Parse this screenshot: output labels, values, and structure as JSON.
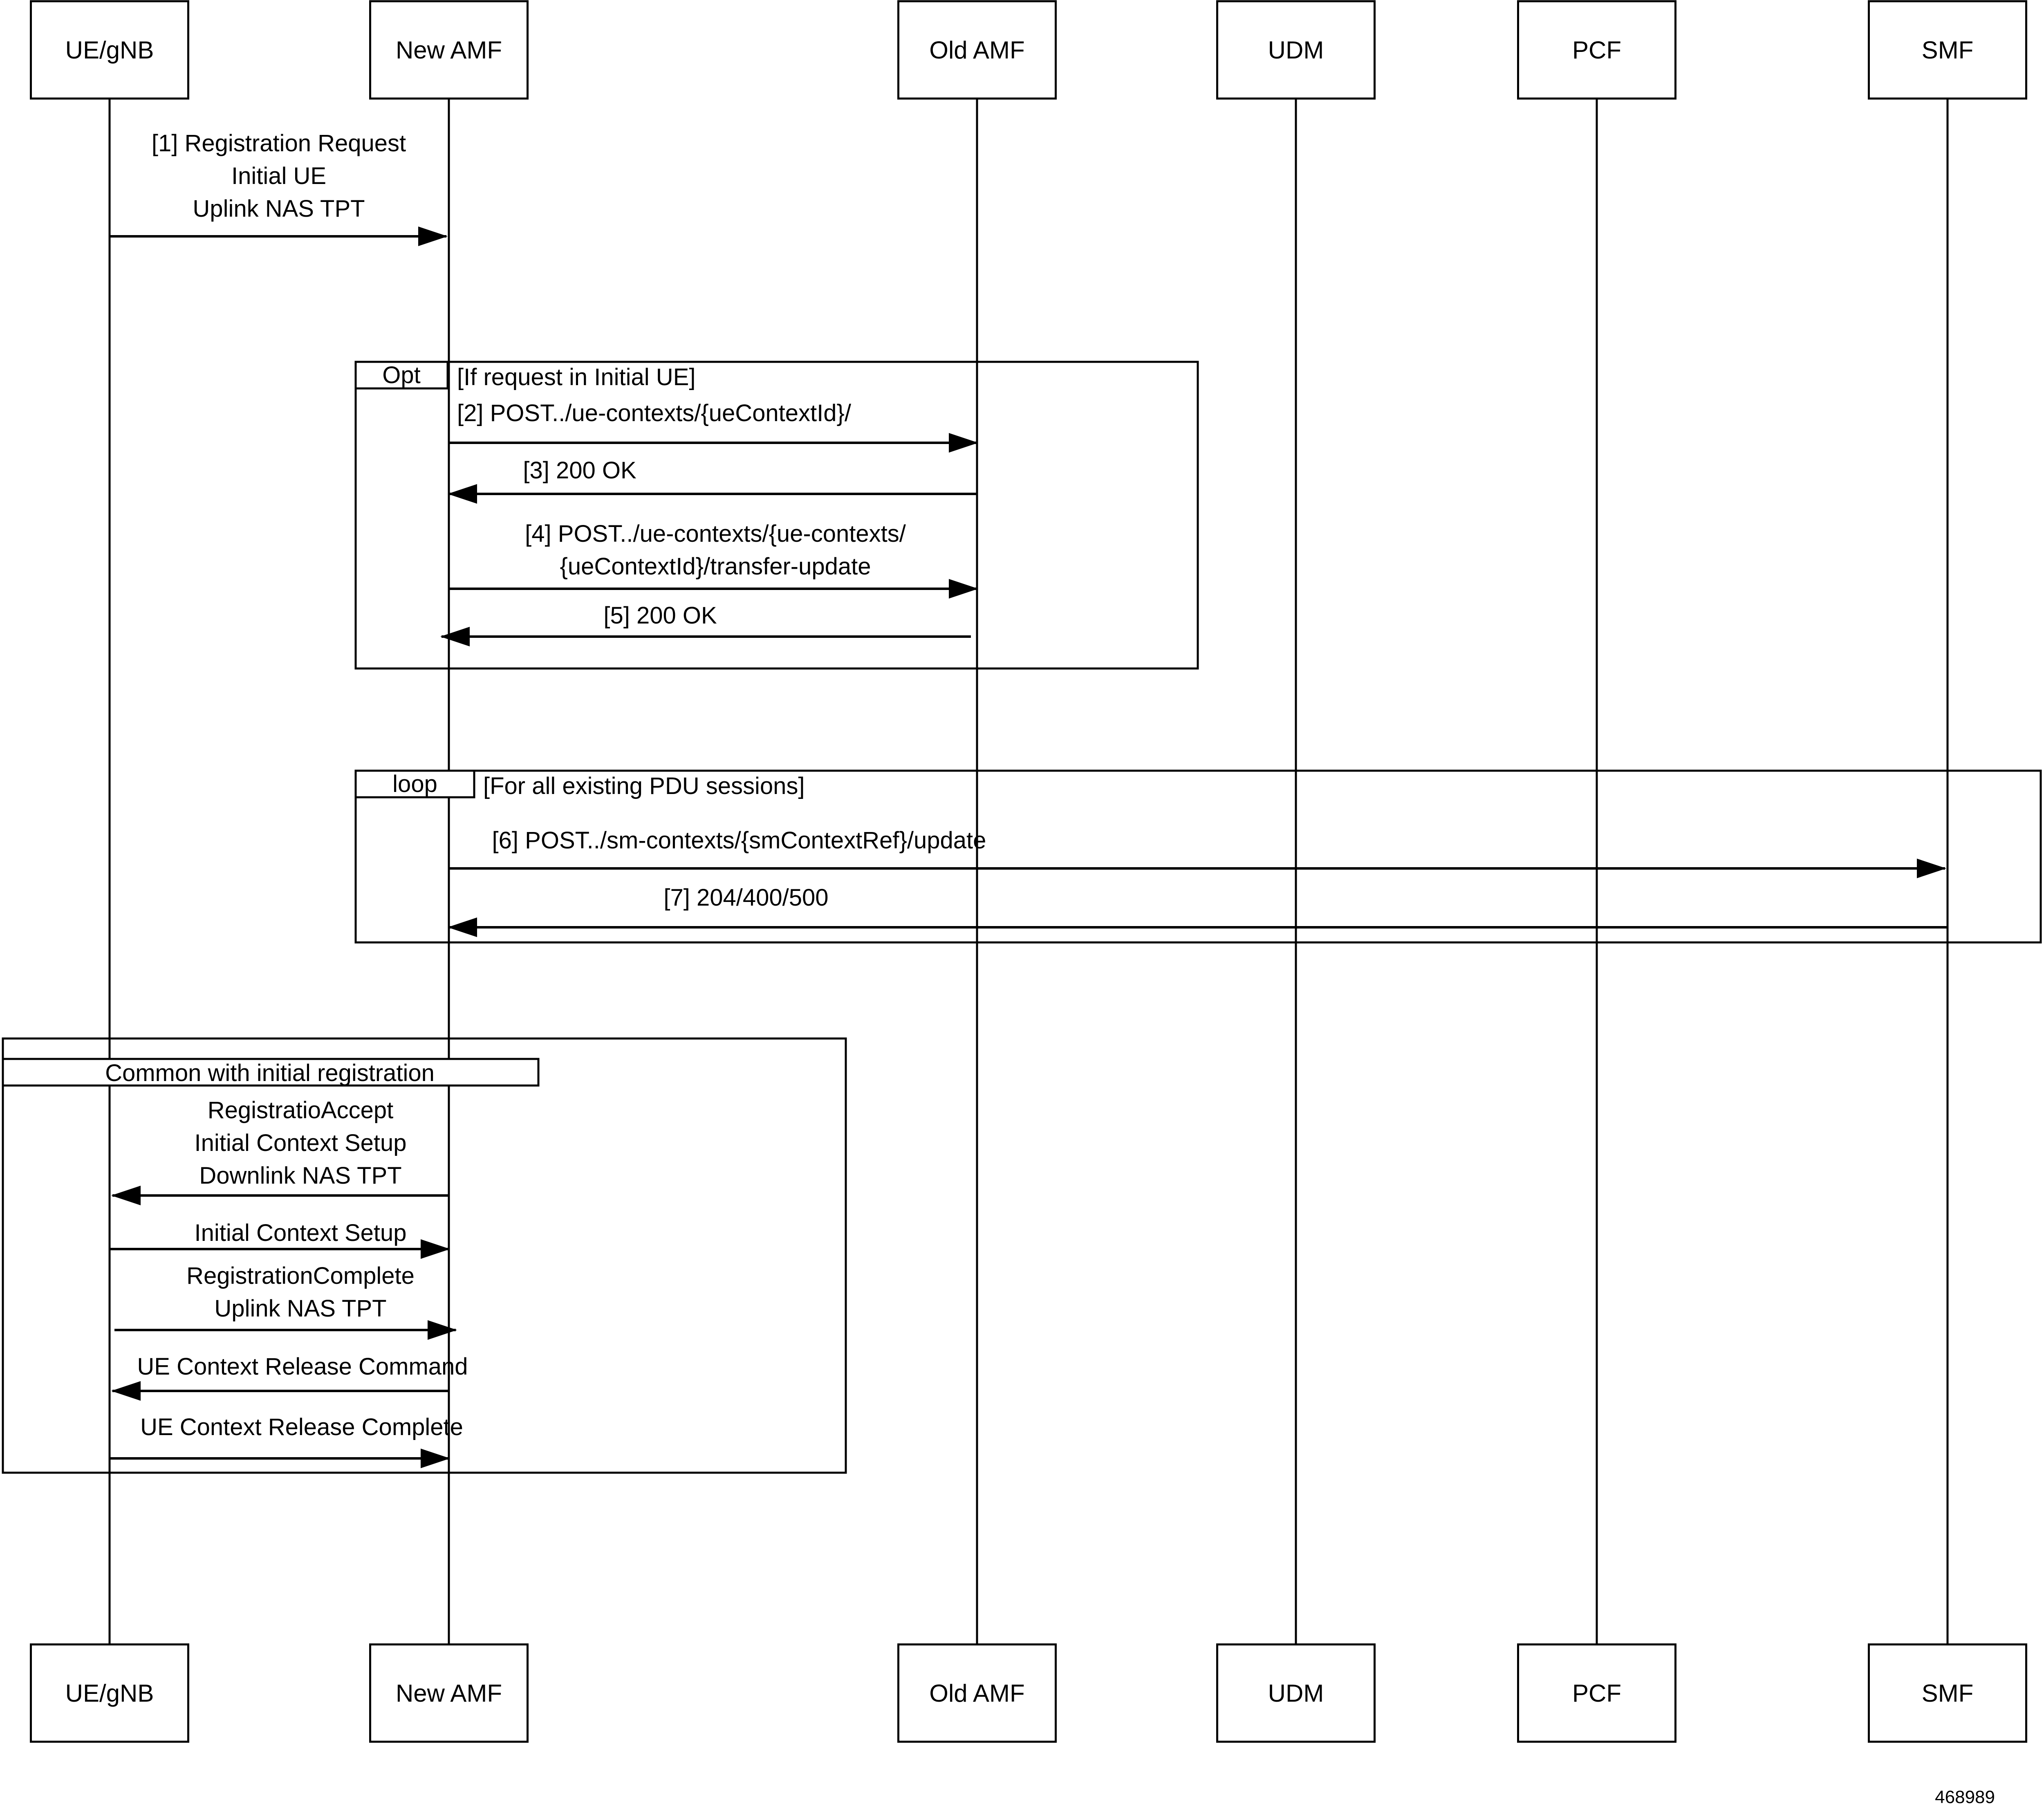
{
  "participants": [
    {
      "id": "ue",
      "label": "UE/gNB"
    },
    {
      "id": "newamf",
      "label": "New AMF"
    },
    {
      "id": "oldamf",
      "label": "Old AMF"
    },
    {
      "id": "udm",
      "label": "UDM"
    },
    {
      "id": "pcf",
      "label": "PCF"
    },
    {
      "id": "smf",
      "label": "SMF"
    }
  ],
  "fragments": {
    "opt": {
      "operator": "Opt",
      "guard": "[If request in Initial UE]"
    },
    "loop": {
      "operator": "loop",
      "guard": "[For all existing PDU sessions]"
    },
    "common": {
      "title": "Common with initial registration"
    }
  },
  "messages": [
    {
      "id": "m1",
      "from": "ue",
      "to": "newamf",
      "lines": [
        "[1] Registration Request",
        "Initial UE",
        "Uplink NAS TPT"
      ]
    },
    {
      "id": "m2",
      "from": "newamf",
      "to": "oldamf",
      "lines": [
        "[2] POST../ue-contexts/{ueContextId}/"
      ]
    },
    {
      "id": "m3",
      "from": "oldamf",
      "to": "newamf",
      "lines": [
        "[3] 200 OK"
      ]
    },
    {
      "id": "m4",
      "from": "newamf",
      "to": "oldamf",
      "lines": [
        "[4] POST../ue-contexts/{ue-contexts/",
        "{ueContextId}/transfer-update"
      ]
    },
    {
      "id": "m5",
      "from": "oldamf",
      "to": "newamf",
      "lines": [
        "[5] 200 OK"
      ]
    },
    {
      "id": "m6",
      "from": "newamf",
      "to": "smf",
      "lines": [
        "[6] POST../sm-contexts/{smContextRef}/update"
      ]
    },
    {
      "id": "m7",
      "from": "smf",
      "to": "newamf",
      "lines": [
        "[7] 204/400/500"
      ]
    },
    {
      "id": "m8",
      "from": "newamf",
      "to": "ue",
      "lines": [
        "RegistratioAccept",
        "Initial Context Setup",
        "Downlink NAS TPT"
      ]
    },
    {
      "id": "m9",
      "from": "ue",
      "to": "newamf",
      "lines": [
        "Initial Context Setup"
      ]
    },
    {
      "id": "m10",
      "from": "ue",
      "to": "newamf",
      "lines": [
        "RegistrationComplete",
        "Uplink NAS TPT"
      ]
    },
    {
      "id": "m11",
      "from": "newamf",
      "to": "ue",
      "lines": [
        "UE Context Release Command"
      ]
    },
    {
      "id": "m12",
      "from": "ue",
      "to": "newamf",
      "lines": [
        "UE Context Release Complete"
      ]
    }
  ],
  "figure_id": "468989"
}
